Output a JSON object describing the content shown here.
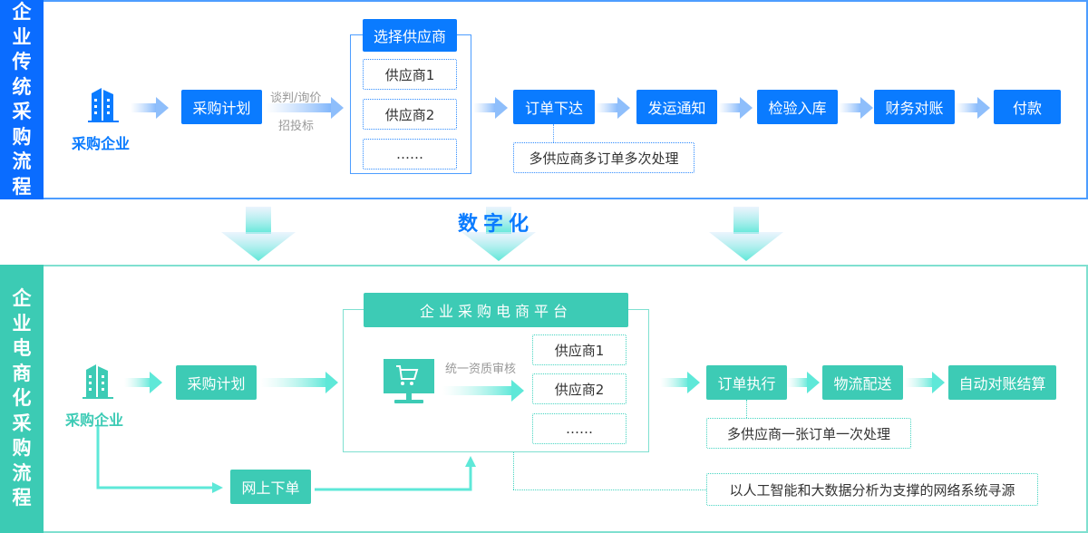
{
  "colors": {
    "blue_primary": "#0a7bff",
    "blue_sidebar": "#0a6cff",
    "blue_border": "#4d9dff",
    "teal_primary": "#3dcbb5",
    "teal_border": "#7fe0d0",
    "arrow_teal": "#5ee8d8",
    "gray_text": "#999999",
    "dark_text": "#333333"
  },
  "traditional": {
    "sidebar_title": [
      "企",
      "业",
      "传",
      "统",
      "采",
      "购",
      "流",
      "程"
    ],
    "company_label": "采购企业",
    "company_icon": "building-icon",
    "plan": "采购计划",
    "arrow_label_top": "谈判/询价",
    "arrow_label_bottom": "招投标",
    "supplier_group_title": "选择供应商",
    "suppliers": [
      "供应商1",
      "供应商2",
      "……"
    ],
    "steps": [
      "订单下达",
      "发运通知",
      "检验入库",
      "财务对账",
      "付款"
    ],
    "note": "多供应商多订单多次处理"
  },
  "transition": {
    "label": "数字化"
  },
  "digital": {
    "sidebar_title": [
      "企",
      "业",
      "电",
      "商",
      "化",
      "采",
      "购",
      "流",
      "程"
    ],
    "company_label": "采购企业",
    "company_icon": "building-icon",
    "plan": "采购计划",
    "online_order": "网上下单",
    "platform_title": "企业采购电商平台",
    "platform_icon": "shopping-cart-monitor-icon",
    "review_label": "统一资质审核",
    "suppliers": [
      "供应商1",
      "供应商2",
      "……"
    ],
    "steps": [
      "订单执行",
      "物流配送",
      "自动对账结算"
    ],
    "note_order": "多供应商一张订单一次处理",
    "note_sourcing": "以人工智能和大数据分析为支撑的网络系统寻源"
  }
}
